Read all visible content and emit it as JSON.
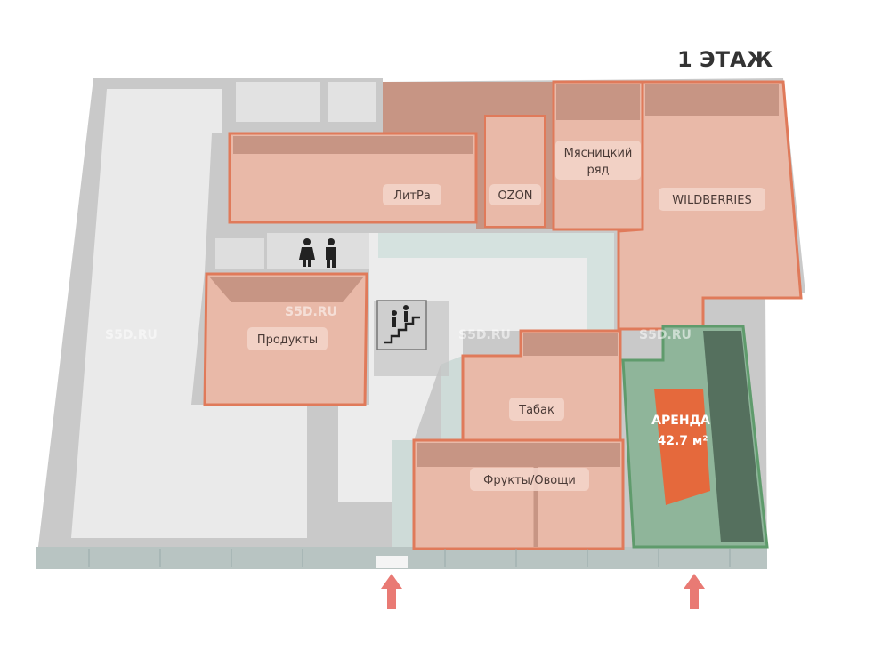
{
  "title": "1 ЭТАЖ",
  "watermark": "S5D.RU",
  "rooms": {
    "litra": "ЛитРа",
    "ozon": "OZON",
    "myasnitsky_line1": "Мясницкий",
    "myasnitsky_line2": "ряд",
    "wildberries": "WILDBERRIES",
    "produkty": "Продукты",
    "tabak": "Табак",
    "frukty": "Фрукты/Овощи"
  },
  "rent": {
    "label": "АРЕНДА",
    "area": "42.7 м²"
  },
  "colors": {
    "tenant": "#e9b9a8",
    "tenant_wall": "#b07a6a",
    "rent_zone": "#8fb59a",
    "rent_badge": "#e5693c",
    "entrance_arrow": "#e97a74"
  },
  "icons": [
    "restroom-icon",
    "stairs-icon",
    "entrance-arrow-icon"
  ]
}
